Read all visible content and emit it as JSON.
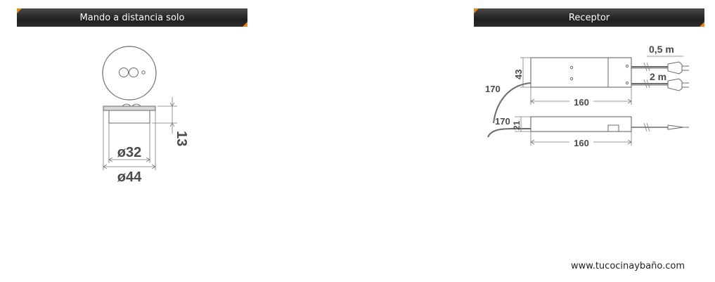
{
  "headers": {
    "left": "Mando a distancia solo",
    "right": "Receptor"
  },
  "remote": {
    "dim_height": "13",
    "dim_inner": "ø32",
    "dim_outer": "ø44"
  },
  "receiver": {
    "dim_cable_short": "0,5 m",
    "dim_cable_long": "2 m",
    "dim_height_top": "43",
    "dim_cable_left_top": "170",
    "dim_length_top": "160",
    "dim_cable_left_bottom": "170",
    "dim_height_bottom": "21",
    "dim_length_bottom": "160"
  },
  "footer": {
    "website": "www.tucocinaybaño.com"
  },
  "colors": {
    "header_bg": "#1f1f1f",
    "accent": "#e38a1e",
    "drawing": "#6a6a6a"
  }
}
